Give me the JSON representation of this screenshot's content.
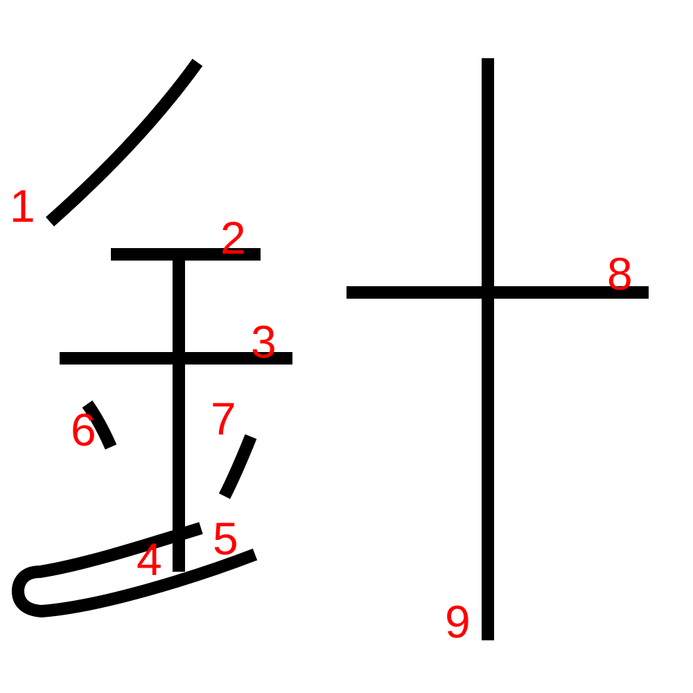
{
  "character_strokes": {
    "stroke_color": "#000000",
    "label_color": "#ff0000",
    "strokes": [
      {
        "number": "1"
      },
      {
        "number": "2"
      },
      {
        "number": "3"
      },
      {
        "number": "4"
      },
      {
        "number": "5"
      },
      {
        "number": "6"
      },
      {
        "number": "7"
      },
      {
        "number": "8"
      },
      {
        "number": "9"
      }
    ]
  }
}
